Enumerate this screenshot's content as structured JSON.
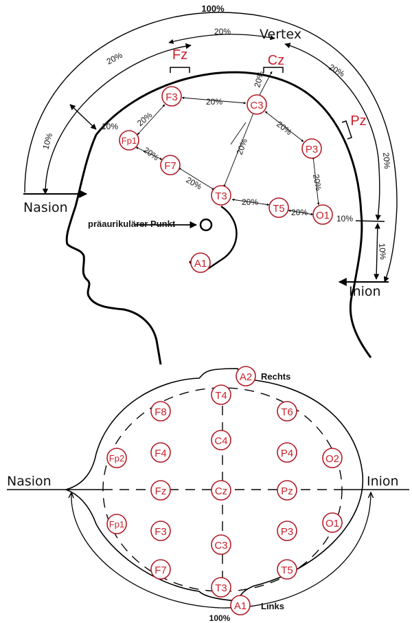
{
  "side_view": {
    "labels": {
      "total": "100%",
      "vertex": "Vertex",
      "nasion": "Nasion",
      "inion": "Inion",
      "preauricular": "präaurikulärer Punkt"
    },
    "outer_percent": {
      "a": "20%",
      "b": "20%",
      "c": "20%",
      "d": "20%",
      "e": "10%",
      "f": "10%",
      "g": "10%",
      "h": "10%"
    },
    "inner_percent": {
      "f3_c3": "20%",
      "f3_fp1": "20%",
      "fp1_f7": "20%",
      "f7_t3": "20%",
      "c3_t3": "20%",
      "c3_p3": "20%",
      "t3_t5": "20%",
      "t5_o1": "20%",
      "p3_o1": "20%",
      "cz_c3": "20%"
    },
    "electrodes": {
      "fz": "Fz",
      "cz": "Cz",
      "pz": "Pz",
      "f3": "F3",
      "c3": "C3",
      "fp1": "Fp1",
      "f7": "F7",
      "p3": "P3",
      "t3": "T3",
      "t5": "T5",
      "o1": "O1",
      "a1": "A1"
    }
  },
  "top_view": {
    "labels": {
      "nasion": "Nasion",
      "inion": "Inion",
      "rechts": "Rechts",
      "links": "Links",
      "total": "100%"
    },
    "electrodes": {
      "a2": "A2",
      "t4": "T4",
      "f8": "F8",
      "t6": "T6",
      "c4": "C4",
      "f4": "F4",
      "p4": "P4",
      "fp2": "Fp2",
      "o2": "O2",
      "fz": "Fz",
      "cz": "Cz",
      "pz": "Pz",
      "fp1": "Fp1",
      "f3": "F3",
      "p3": "P3",
      "o1": "O1",
      "c3": "C3",
      "f7": "F7",
      "t5": "T5",
      "t3": "T3",
      "a1": "A1"
    }
  },
  "colors": {
    "electrode": "#c8202a",
    "outline": "#000000"
  }
}
